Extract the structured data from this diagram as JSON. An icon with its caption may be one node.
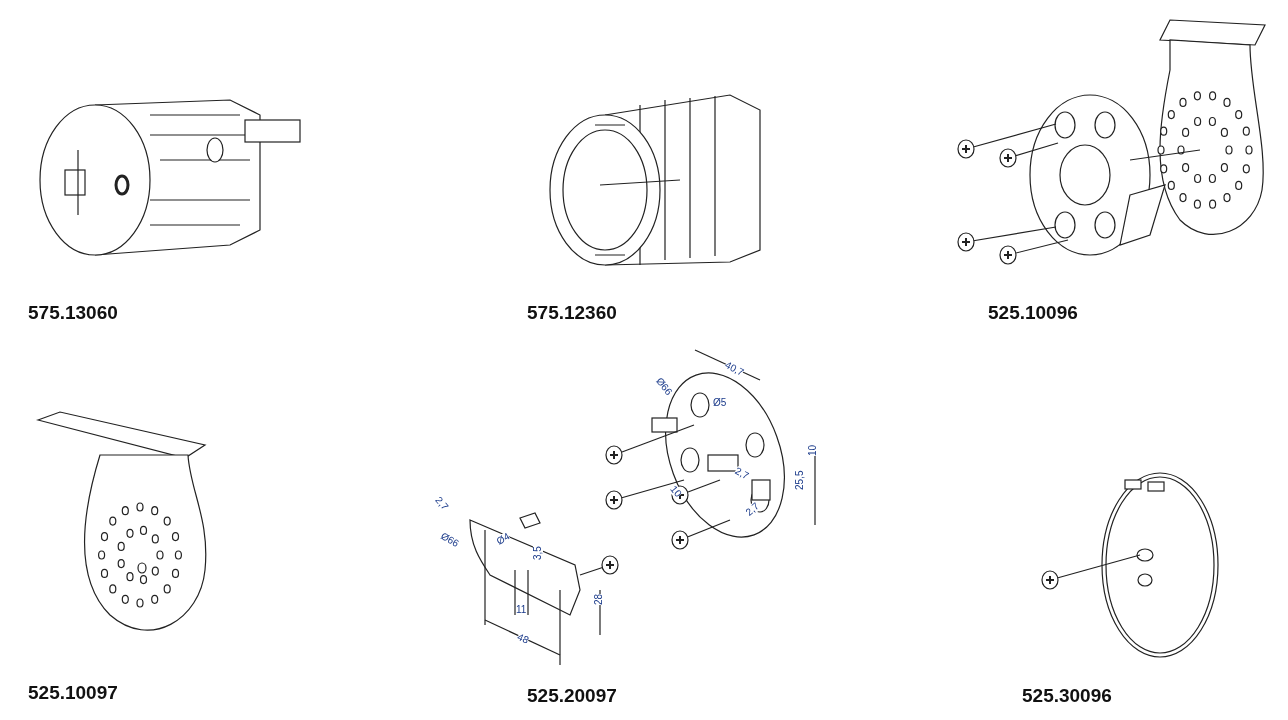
{
  "diagram": {
    "labels": [
      "575.13060",
      "575.12360",
      "525.10096",
      "40,7",
      "Ø66",
      "Ø5",
      "2,7",
      "10",
      "10",
      "25,5",
      "2,7",
      "2,7",
      "Ø66",
      "Ø4",
      "3,5",
      "11",
      "28",
      "48",
      "525.10097",
      "525.20097",
      "525.30096"
    ]
  }
}
